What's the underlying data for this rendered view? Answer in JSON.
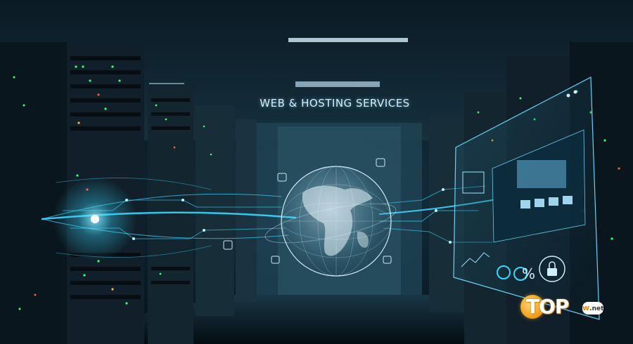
{
  "headline": "WEB & HOSTING SERVICES",
  "logo": {
    "main": "TOP",
    "sub_w": "w",
    "sub_net": ".net"
  },
  "dashboard": {
    "percent_label": "%"
  },
  "colors": {
    "accent_cyan": "#39d8ff",
    "logo_orange": "#f0a21e",
    "background": "#061018"
  },
  "icons": [
    "globe-icon",
    "server-icon",
    "laptop-icon",
    "qr-icon",
    "shield-icon",
    "lock-icon",
    "document-icon"
  ]
}
